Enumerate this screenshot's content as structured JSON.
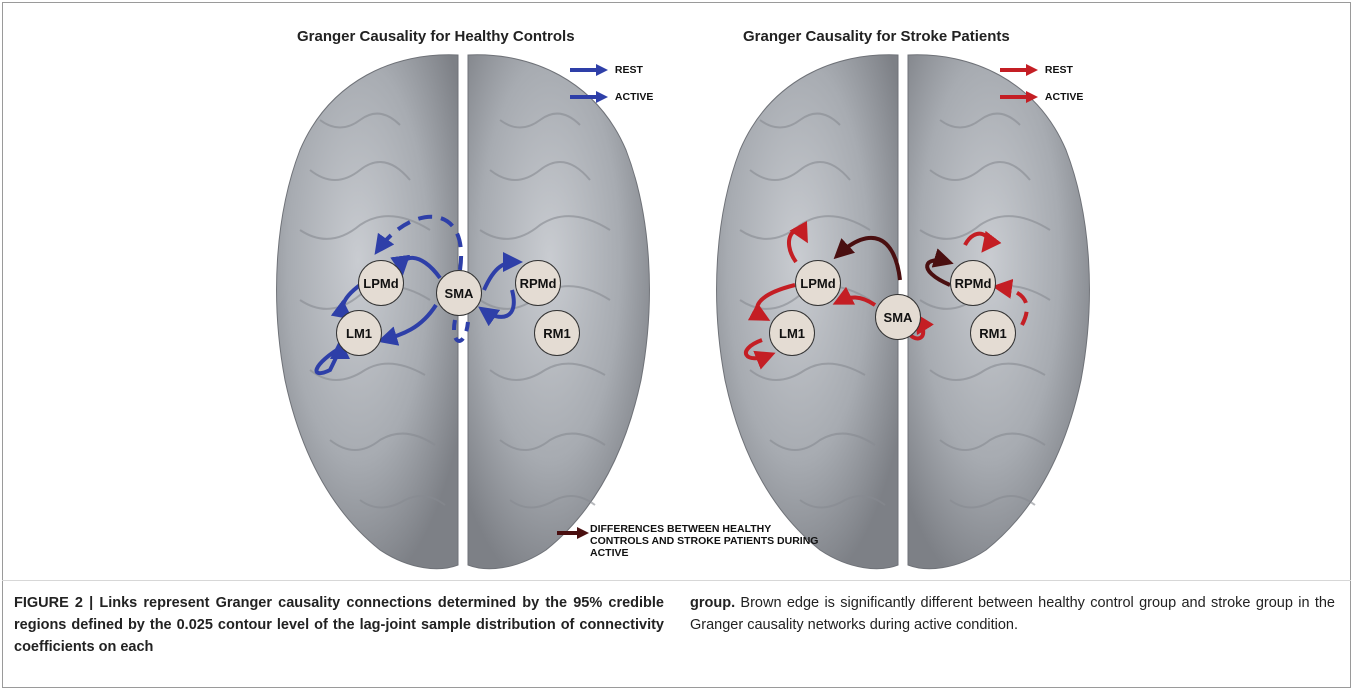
{
  "figure": {
    "left_panel": {
      "title": "Granger Causality for Healthy Controls",
      "legend": [
        {
          "label": "REST",
          "style": "dashed",
          "color": "#2e3fa8"
        },
        {
          "label": "ACTIVE",
          "style": "solid",
          "color": "#2e3fa8"
        }
      ],
      "nodes": [
        "LPMd",
        "SMA",
        "RPMd",
        "LM1",
        "RM1"
      ]
    },
    "right_panel": {
      "title": "Granger Causality for Stroke Patients",
      "legend": [
        {
          "label": "REST",
          "style": "dashed",
          "color": "#c41e24"
        },
        {
          "label": "ACTIVE",
          "style": "solid",
          "color": "#c41e24"
        }
      ],
      "nodes": [
        "LPMd",
        "SMA",
        "RPMd",
        "LM1",
        "RM1"
      ]
    },
    "difference_legend": {
      "label": "DIFFERENCES BETWEEN HEALTHY CONTROLS AND STROKE PATIENTS DURING ACTIVE",
      "color": "#4a0f10"
    }
  },
  "caption": {
    "bold_left": "FIGURE 2 | Links represent Granger causality connections determined by the 95% credible regions defined by the 0.025 contour level of the lag-joint sample distribution of connectivity coefficients on each",
    "bold_right": "group.",
    "normal_right": " Brown edge is significantly different between healthy control group and stroke group in the Granger causality networks during active condition."
  },
  "colors": {
    "blue": "#2e3fa8",
    "red": "#c41e24",
    "brown": "#4a0f10",
    "brain": "#a9adb3"
  }
}
